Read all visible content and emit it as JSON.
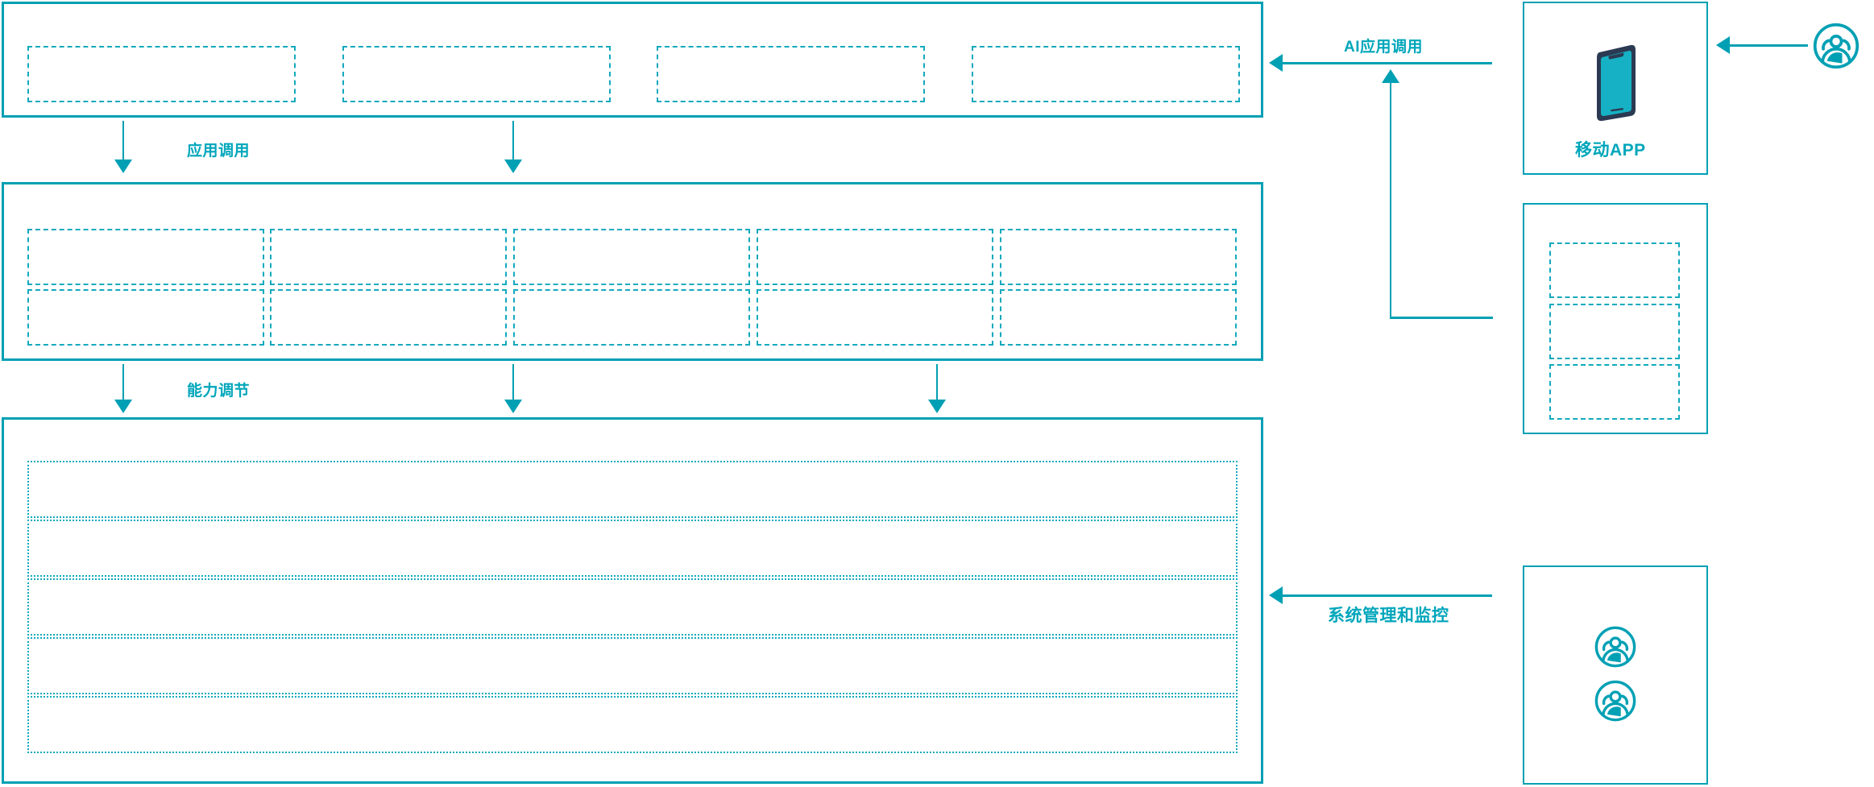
{
  "theme": {
    "accent": "#00a0b4",
    "accent_text": "#00a6bb",
    "dashed": "#12a9bd",
    "phone_body": "#2b3a52",
    "phone_screen": "#16b1c4",
    "background": "#ffffff"
  },
  "layers": {
    "application_layer": {
      "name": "application-layer-panel",
      "slots": [
        {
          "id": "app-slot-1",
          "label": ""
        },
        {
          "id": "app-slot-2",
          "label": ""
        },
        {
          "id": "app-slot-3",
          "label": ""
        },
        {
          "id": "app-slot-4",
          "label": ""
        }
      ]
    },
    "capability_layer": {
      "name": "capability-layer-panel",
      "rows": [
        {
          "id": "cap-row-1",
          "slots": [
            {
              "id": "cap-1-1",
              "label": ""
            },
            {
              "id": "cap-1-2",
              "label": ""
            },
            {
              "id": "cap-1-3",
              "label": ""
            },
            {
              "id": "cap-1-4",
              "label": ""
            },
            {
              "id": "cap-1-5",
              "label": ""
            }
          ]
        },
        {
          "id": "cap-row-2",
          "slots": [
            {
              "id": "cap-2-1",
              "label": ""
            },
            {
              "id": "cap-2-2",
              "label": ""
            },
            {
              "id": "cap-2-3",
              "label": ""
            },
            {
              "id": "cap-2-4",
              "label": ""
            },
            {
              "id": "cap-2-5",
              "label": ""
            }
          ]
        }
      ]
    },
    "platform_layer": {
      "name": "platform-layer-panel",
      "rows": [
        {
          "id": "plat-row-1",
          "label": ""
        },
        {
          "id": "plat-row-2",
          "label": ""
        },
        {
          "id": "plat-row-3",
          "label": ""
        },
        {
          "id": "plat-row-4",
          "label": ""
        },
        {
          "id": "plat-row-5",
          "label": ""
        }
      ]
    }
  },
  "connectors": {
    "app_call": {
      "label": "应用调用",
      "direction": "down",
      "arrow_count": 2
    },
    "capability_call": {
      "label": "能力调节",
      "direction": "down",
      "arrow_count": 3
    },
    "ai_app_call": {
      "label": "AI应用调用",
      "direction": "left"
    },
    "system_manage": {
      "label": "系统管理和监控",
      "direction": "left"
    }
  },
  "side_panels": {
    "mobile_app": {
      "name": "mobile-app-panel",
      "caption": "移动APP",
      "icon": "phone-icon"
    },
    "channel_panel": {
      "name": "channel-panel",
      "slots": [
        {
          "id": "channel-slot-1",
          "label": ""
        },
        {
          "id": "channel-slot-2",
          "label": ""
        },
        {
          "id": "channel-slot-3",
          "label": ""
        }
      ]
    },
    "operations_panel": {
      "name": "operations-panel",
      "icons": [
        {
          "id": "operator-icon-1",
          "icon": "users-group-icon"
        },
        {
          "id": "operator-icon-2",
          "icon": "users-group-icon"
        }
      ]
    },
    "end_user": {
      "name": "end-user-node",
      "icon": "users-group-icon"
    }
  }
}
